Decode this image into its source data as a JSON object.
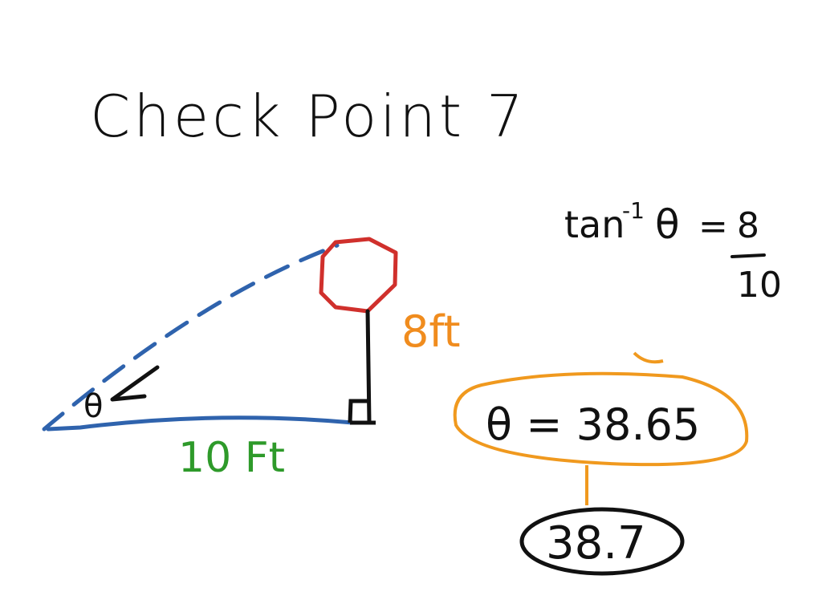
{
  "title": "Check Point 7",
  "formula": {
    "lhs": "tan",
    "exponent": "-1",
    "theta": "θ",
    "equals": "=",
    "numerator": "8",
    "denominator": "10"
  },
  "diagram": {
    "angle_label": "θ",
    "height_label": "8ft",
    "base_label": "10 Ft",
    "colors": {
      "hypotenuse": "#2f63ad",
      "sign": "#d0302c",
      "height": "#f08c1e",
      "base_label": "#2e9a2a",
      "ink": "#111111"
    }
  },
  "result": {
    "equation": "θ = 38.65",
    "rounded": "38.7",
    "colors": {
      "result_oval": "#f0991e",
      "rounded_oval": "#111111"
    }
  }
}
